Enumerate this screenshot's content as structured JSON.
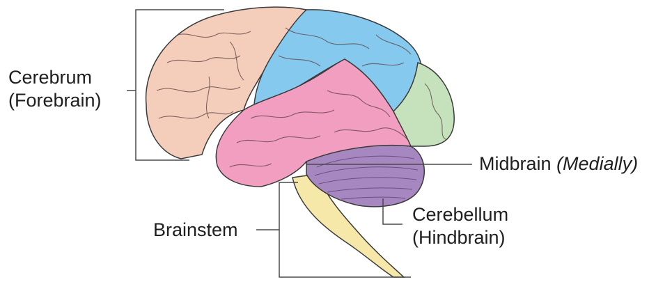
{
  "labels": {
    "cerebrum_line1": "Cerebrum",
    "cerebrum_line2": "(Forebrain)",
    "midbrain_main": "Midbrain",
    "midbrain_note": "(Medially)",
    "cerebellum_line1": "Cerebellum",
    "cerebellum_line2": "(Hindbrain)",
    "brainstem": "Brainstem"
  },
  "colors": {
    "frontal": "#f4cdbb",
    "parietal": "#86c9ee",
    "occipital": "#c6e2bd",
    "temporal": "#f29ec0",
    "cerebellum": "#a787bf",
    "brainstem": "#f6e8a8",
    "outline": "#3a3a3a",
    "leader": "#4a4a4a"
  }
}
